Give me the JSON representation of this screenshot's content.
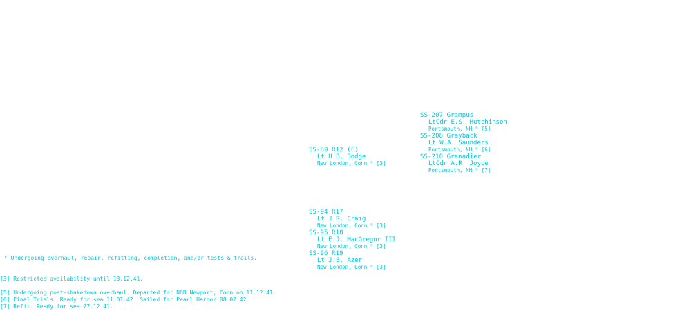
{
  "entries": [
    {
      "name": "SS-207 Grampus",
      "cdr": "LtCdr E.S. Hutchinson",
      "loc": "Portsmouth, NH ᴿ [5]"
    },
    {
      "name": "SS-208 Grayback",
      "cdr": "Lt W.A. Saunders",
      "loc": "Portsmouth, NH ᴿ [6]"
    },
    {
      "name": "SS-210 Grenadier",
      "cdr": "LtCdr A.R. Joyce",
      "loc": "Portsmouth, NH ᴿ [7]"
    },
    {
      "name": "SS-89 R12 (F)",
      "cdr": "Lt H.B. Dodge",
      "loc": "New London, Conn ᴿ [3]"
    },
    {
      "name": "SS-94 R17",
      "cdr": "Lt J.R. Craig",
      "loc": "New London, Conn ᴿ [3]"
    },
    {
      "name": "SS-95 R18",
      "cdr": "Lt E.J. MacGregor III",
      "loc": "New London, Conn ᴿ [3]"
    },
    {
      "name": "SS-96 R19",
      "cdr": "Lt J.B. Azer",
      "loc": "New London, Conn ᴿ [3]"
    }
  ],
  "legend": "ᴿ Undergoing overhaul, repair, refitting, completion, and/or tests & trails.",
  "notes": {
    "n3": "[3] Restricted availability until 13.12.41.",
    "n5": "[5] Undergoing post-shakedown overhaul. Departed for NOB Newport, Conn on 11.12.41.",
    "n6": "[6] Final Trials. Ready for sea 11.01.42. Sailed for Pearl Harbor 08.02.42.",
    "n7": "[7] Refit. Ready for sea 27.12.41."
  }
}
